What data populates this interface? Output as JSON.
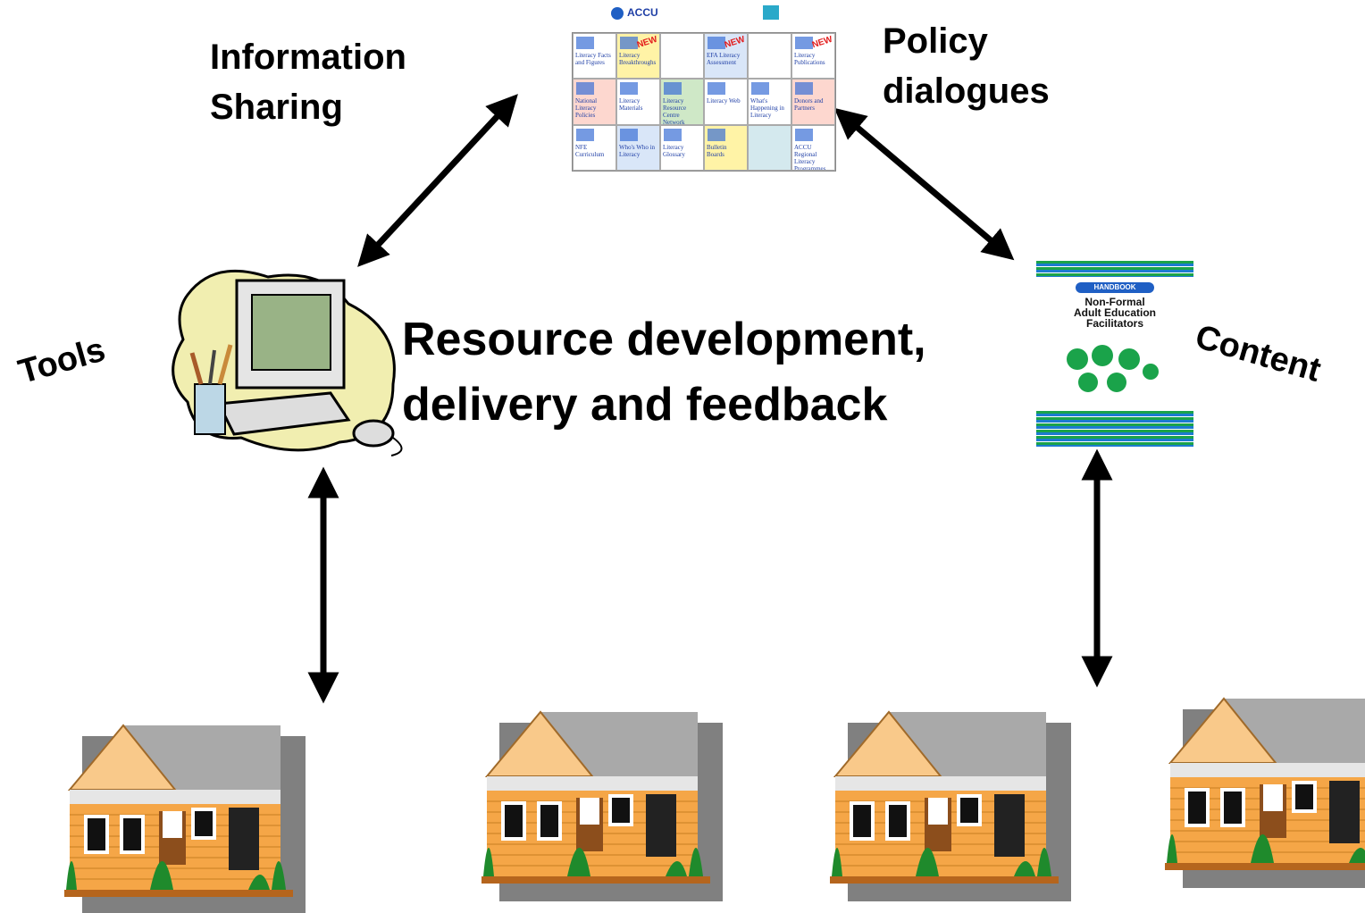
{
  "labels": {
    "information_sharing": [
      "Information",
      "Sharing"
    ],
    "policy_dialogues": [
      "Policy",
      "dialogues"
    ],
    "center": [
      "Resource development,",
      "delivery and feedback"
    ],
    "tools": "Tools",
    "content": "Content"
  },
  "portal": {
    "logo_text": "ACCU",
    "cells": [
      {
        "label": "Literacy Facts and Figures",
        "new": false,
        "bg": "#ffffff",
        "icon": "bar-chart-icon"
      },
      {
        "label": "Literacy Breakthroughs",
        "new": true,
        "bg": "#fff3a6",
        "icon": "notebook-icon"
      },
      {
        "label": "",
        "new": false,
        "bg": "#ffffff",
        "icon": ""
      },
      {
        "label": "EFA Literacy Assessment",
        "new": true,
        "bg": "#d9e6f8",
        "icon": "globe-icon"
      },
      {
        "label": "",
        "new": false,
        "bg": "#ffffff",
        "icon": ""
      },
      {
        "label": "Literacy Publications",
        "new": true,
        "bg": "#ffffff",
        "icon": "books-icon"
      },
      {
        "label": "National Literacy Policies",
        "new": false,
        "bg": "#fdd7cf",
        "icon": "people-icon"
      },
      {
        "label": "Literacy Materials",
        "new": false,
        "bg": "#ffffff",
        "icon": "open-book-icon"
      },
      {
        "label": "Literacy Resource Centre Network",
        "new": false,
        "bg": "#cfe8c7",
        "icon": "network-icon"
      },
      {
        "label": "Literacy Web",
        "new": false,
        "bg": "#ffffff",
        "icon": "link-icon"
      },
      {
        "label": "What's Happening in Literacy",
        "new": false,
        "bg": "#ffffff",
        "icon": "calendar-icon"
      },
      {
        "label": "Donors and Partners",
        "new": false,
        "bg": "#fdd7cf",
        "icon": "handshake-icon"
      },
      {
        "label": "NFE Curriculum",
        "new": false,
        "bg": "#ffffff",
        "icon": "table-icon"
      },
      {
        "label": "Who's Who in Literacy",
        "new": false,
        "bg": "#d9e6f8",
        "icon": "person-icon"
      },
      {
        "label": "Literacy Glossary",
        "new": false,
        "bg": "#ffffff",
        "icon": "az-icon"
      },
      {
        "label": "Bulletin Boards",
        "new": false,
        "bg": "#fff3a6",
        "icon": "group-icon"
      },
      {
        "label": "",
        "new": false,
        "bg": "#d4e9ee",
        "icon": ""
      },
      {
        "label": "ACCU Regional Literacy Programmes",
        "new": false,
        "bg": "#ffffff",
        "icon": "face-icon"
      }
    ]
  },
  "handbook": {
    "badge": "HANDBOOK",
    "title": [
      "Non-Formal",
      "Adult Education",
      "Facilitators"
    ]
  },
  "colors": {
    "arrow": "#000000",
    "house_wall": "#f5a647",
    "house_roof": "#a9a9a9",
    "house_gable": "#f9c98a",
    "monitor_cloud": "#f1eeb0",
    "monitor_screen": "#99b386"
  }
}
